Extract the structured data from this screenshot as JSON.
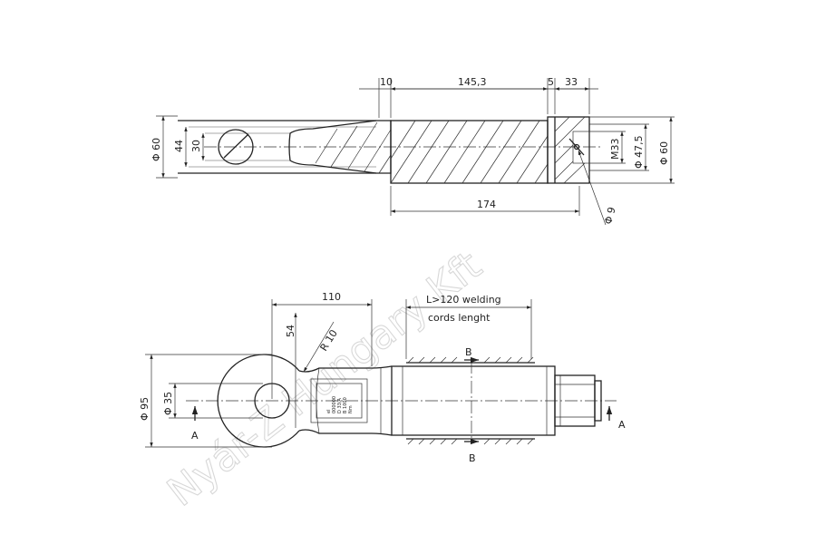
{
  "top_view": {
    "dims": {
      "d10": "10",
      "d145": "145,3",
      "d5": "5",
      "d33": "33",
      "d174": "174",
      "dia60_left": "Φ 60",
      "d44": "44",
      "d30": "30",
      "m33": "M33",
      "dia47": "Φ 47,5",
      "dia60_right": "Φ 60",
      "dia9": "Φ 9"
    }
  },
  "bottom_view": {
    "dims": {
      "d110": "110",
      "d54": "54",
      "r10": "R 10",
      "dia95": "Φ 95",
      "dia35": "Φ 35",
      "welding_1": "L>120  welding",
      "welding_2": "cords lenght",
      "sec_a_left": "A",
      "sec_a_right": "A",
      "sec_b_top": "B",
      "sec_b_bottom": "B"
    },
    "plate_marking": [
      "el",
      "000000",
      "D 33/A",
      "B 1000",
      "Nm"
    ]
  },
  "watermark": "Nyár-Z Hungary Kft"
}
